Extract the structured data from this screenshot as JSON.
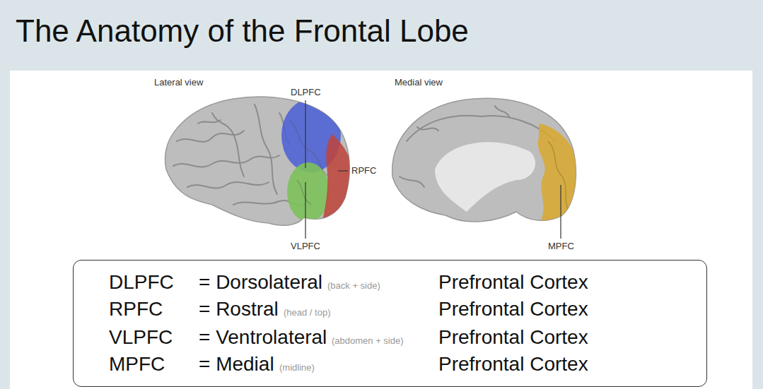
{
  "diagram": {
    "title": "The Anatomy of the Frontal Lobe",
    "nodes": [
      {
        "text": [
          "DLPFC",
          "= Dorsolateral",
          "(back + side)",
          "Prefrontal Cortex",
          "RPFC",
          "= Rostral",
          "(head / top)",
          "Prefrontal Cortex",
          "VLPFC",
          "= Ventrolateral",
          "(abdomen + side)",
          "Prefrontal Cortex",
          "MPFC",
          "= Medial",
          "(midline)",
          "Prefrontal Cortex"
        ]
      }
    ],
    "labels": [
      "Lateral view",
      "DLPFC",
      "RPFC",
      "VLPFC",
      "Medial view",
      "MPFC"
    ]
  }
}
